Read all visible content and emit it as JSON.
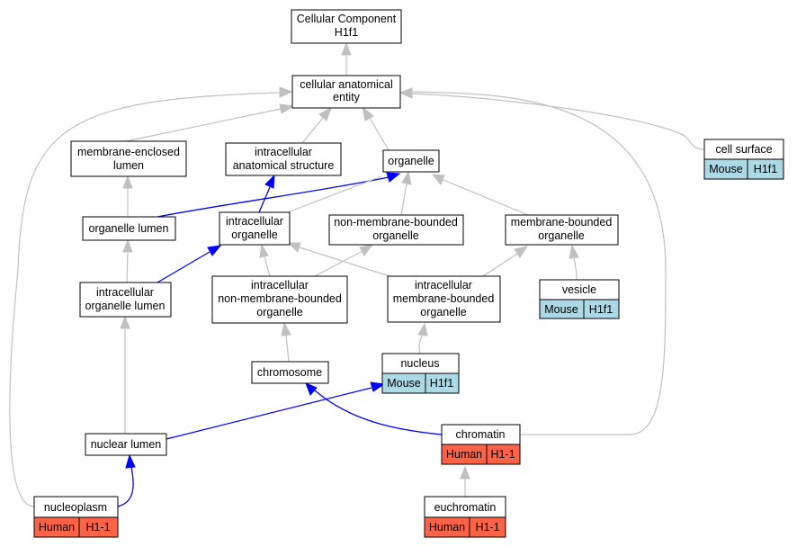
{
  "nodes": {
    "root": {
      "lines": [
        "Cellular Component",
        "H1f1"
      ]
    },
    "cae": {
      "lines": [
        "cellular anatomical",
        "entity"
      ]
    },
    "mel": {
      "lines": [
        "membrane-enclosed",
        "lumen"
      ]
    },
    "ias": {
      "lines": [
        "intracellular",
        "anatomical structure"
      ]
    },
    "organelle": {
      "lines": [
        "organelle"
      ]
    },
    "cellsurface": {
      "lines": [
        "cell surface"
      ],
      "tags": [
        "Mouse",
        "H1f1"
      ]
    },
    "ol": {
      "lines": [
        "organelle lumen"
      ]
    },
    "io": {
      "lines": [
        "intracellular",
        "organelle"
      ]
    },
    "nmbo": {
      "lines": [
        "non-membrane-bounded",
        "organelle"
      ]
    },
    "mbo": {
      "lines": [
        "membrane-bounded",
        "organelle"
      ]
    },
    "iol": {
      "lines": [
        "intracellular",
        "organelle lumen"
      ]
    },
    "inmbo": {
      "lines": [
        "intracellular",
        "non-membrane-bounded",
        "organelle"
      ]
    },
    "imbo": {
      "lines": [
        "intracellular",
        "membrane-bounded",
        "organelle"
      ]
    },
    "vesicle": {
      "lines": [
        "vesicle"
      ],
      "tags": [
        "Mouse",
        "H1f1"
      ]
    },
    "chromosome": {
      "lines": [
        "chromosome"
      ]
    },
    "nucleus": {
      "lines": [
        "nucleus"
      ],
      "tags": [
        "Mouse",
        "H1f1"
      ]
    },
    "chromatin": {
      "lines": [
        "chromatin"
      ],
      "tags": [
        "Human",
        "H1-1"
      ]
    },
    "nl": {
      "lines": [
        "nuclear lumen"
      ]
    },
    "nucleoplasm": {
      "lines": [
        "nucleoplasm"
      ],
      "tags": [
        "Human",
        "H1-1"
      ]
    },
    "euchromatin": {
      "lines": [
        "euchromatin"
      ],
      "tags": [
        "Human",
        "H1-1"
      ]
    }
  },
  "edges": [
    {
      "from": "cae",
      "to": "root",
      "kind": "is_a"
    },
    {
      "from": "mel",
      "to": "cae",
      "kind": "is_a"
    },
    {
      "from": "ias",
      "to": "cae",
      "kind": "is_a"
    },
    {
      "from": "organelle",
      "to": "cae",
      "kind": "is_a"
    },
    {
      "from": "cellsurface",
      "to": "cae",
      "kind": "is_a"
    },
    {
      "from": "chromatin",
      "to": "cae",
      "kind": "is_a"
    },
    {
      "from": "nucleoplasm",
      "to": "cae",
      "kind": "is_a"
    },
    {
      "from": "ol",
      "to": "mel",
      "kind": "is_a"
    },
    {
      "from": "ol",
      "to": "organelle",
      "kind": "part_of"
    },
    {
      "from": "io",
      "to": "organelle",
      "kind": "is_a"
    },
    {
      "from": "io",
      "to": "ias",
      "kind": "part_of"
    },
    {
      "from": "nmbo",
      "to": "organelle",
      "kind": "is_a"
    },
    {
      "from": "mbo",
      "to": "organelle",
      "kind": "is_a"
    },
    {
      "from": "iol",
      "to": "ol",
      "kind": "is_a"
    },
    {
      "from": "iol",
      "to": "io",
      "kind": "part_of"
    },
    {
      "from": "inmbo",
      "to": "io",
      "kind": "is_a"
    },
    {
      "from": "inmbo",
      "to": "nmbo",
      "kind": "is_a"
    },
    {
      "from": "imbo",
      "to": "io",
      "kind": "is_a"
    },
    {
      "from": "imbo",
      "to": "mbo",
      "kind": "is_a"
    },
    {
      "from": "vesicle",
      "to": "mbo",
      "kind": "is_a"
    },
    {
      "from": "chromosome",
      "to": "inmbo",
      "kind": "is_a"
    },
    {
      "from": "nucleus",
      "to": "imbo",
      "kind": "is_a"
    },
    {
      "from": "chromatin",
      "to": "chromosome",
      "kind": "part_of"
    },
    {
      "from": "nl",
      "to": "iol",
      "kind": "is_a"
    },
    {
      "from": "nl",
      "to": "nucleus",
      "kind": "part_of"
    },
    {
      "from": "nucleoplasm",
      "to": "nl",
      "kind": "part_of"
    },
    {
      "from": "euchromatin",
      "to": "chromatin",
      "kind": "is_a"
    }
  ],
  "colors": {
    "mouse": "#add8e6",
    "human": "#ff6347",
    "is_a": "#c0c0c0",
    "part_of": "#0000ff"
  }
}
